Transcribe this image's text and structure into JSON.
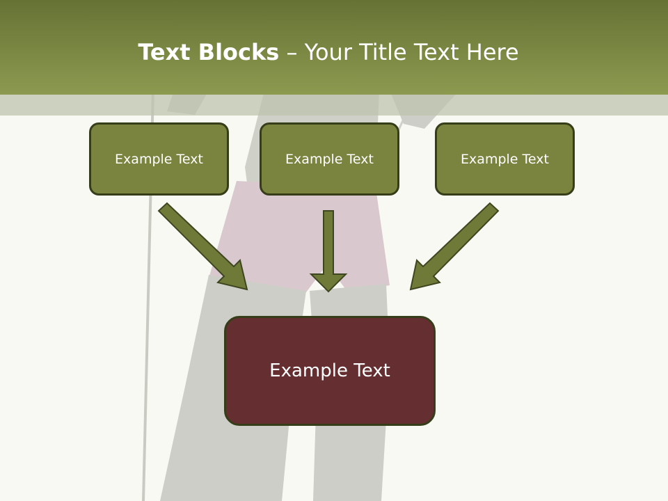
{
  "slide": {
    "title_bold": "Text Blocks",
    "title_dash": " – ",
    "title_rest": "Your Title Text Here"
  },
  "blocks": [
    {
      "label": "Example Text"
    },
    {
      "label": "Example Text"
    },
    {
      "label": "Example Text"
    }
  ],
  "center_block": {
    "label": "Example Text"
  },
  "colors": {
    "header": "#7a843f",
    "block_fill": "#7a843f",
    "block_border": "#363d19",
    "center_fill": "#652f31",
    "arrow_fill": "#6f7a38"
  }
}
